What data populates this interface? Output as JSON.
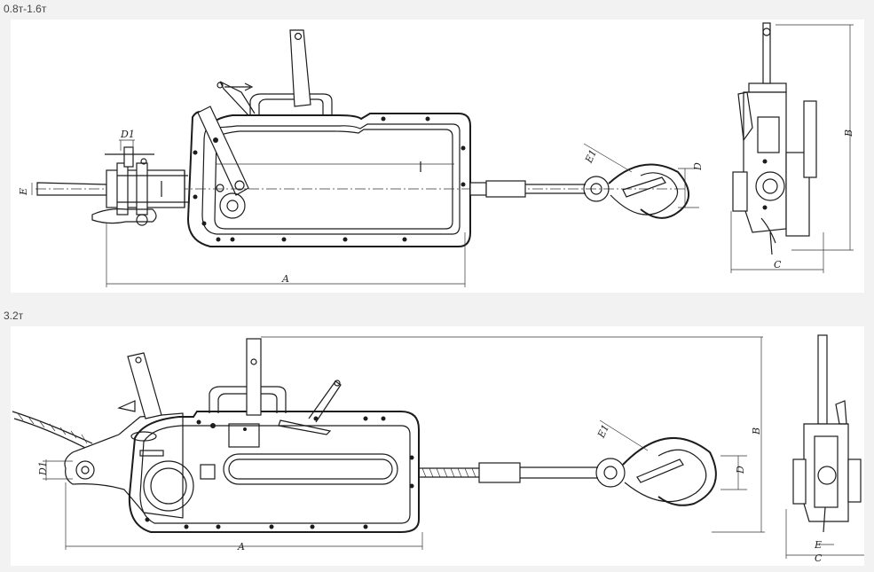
{
  "sections": [
    {
      "title": "0.8т-1.6т",
      "labels": {
        "A": "A",
        "B": "B",
        "C": "C",
        "D": "D",
        "D1": "D1",
        "E": "E",
        "E1": "E1"
      }
    },
    {
      "title": "3.2т",
      "labels": {
        "A": "A",
        "B": "B",
        "C": "C",
        "D": "D",
        "D1": "D1",
        "E": "E",
        "E1": "E1"
      }
    }
  ],
  "colors": {
    "line": "#1c1c1c",
    "panel": "#ffffff",
    "background": "#f2f2f2"
  }
}
